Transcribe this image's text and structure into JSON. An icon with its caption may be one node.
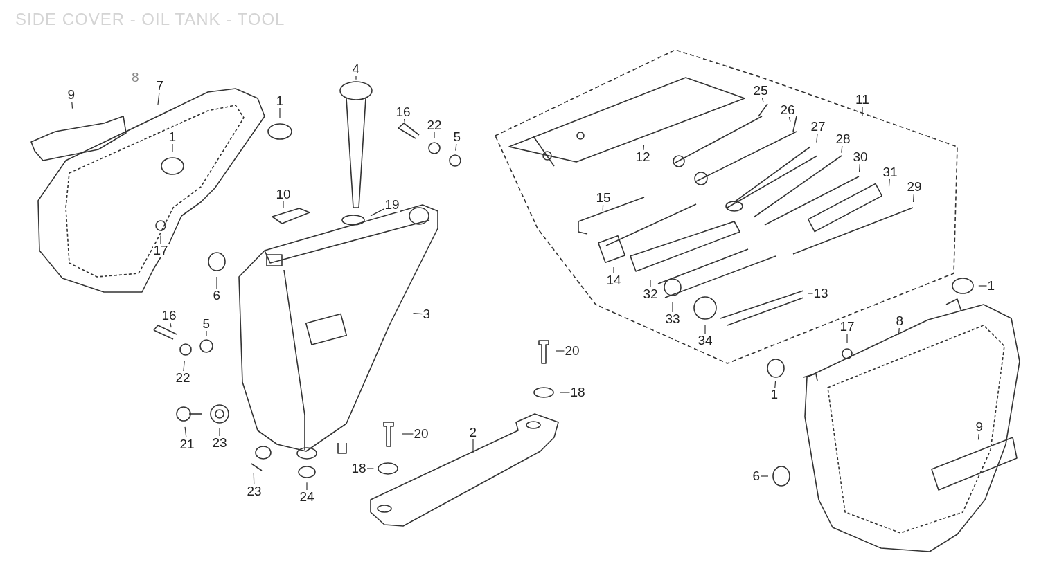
{
  "diagram": {
    "title": "SIDE COVER - OIL TANK - TOOL",
    "nodes": [
      {
        "text": [
          "9"
        ]
      },
      {
        "text": [
          "7"
        ]
      },
      {
        "text": [
          "1"
        ]
      },
      {
        "text": [
          "4"
        ]
      },
      {
        "text": [
          "16"
        ]
      },
      {
        "text": [
          "22"
        ]
      },
      {
        "text": [
          "5"
        ]
      },
      {
        "text": [
          "1"
        ]
      },
      {
        "text": [
          "19"
        ]
      },
      {
        "text": [
          "10"
        ]
      },
      {
        "text": [
          "17"
        ]
      },
      {
        "text": [
          "6"
        ]
      },
      {
        "text": [
          "16"
        ]
      },
      {
        "text": [
          "5"
        ]
      },
      {
        "text": [
          "22"
        ]
      },
      {
        "text": [
          "3"
        ]
      },
      {
        "text": [
          "21"
        ]
      },
      {
        "text": [
          "23"
        ]
      },
      {
        "text": [
          "23"
        ]
      },
      {
        "text": [
          "24"
        ]
      },
      {
        "text": [
          "20"
        ]
      },
      {
        "text": [
          "18"
        ]
      },
      {
        "text": [
          "20"
        ]
      },
      {
        "text": [
          "18"
        ]
      },
      {
        "text": [
          "2"
        ]
      },
      {
        "text": [
          "12"
        ]
      },
      {
        "text": [
          "25"
        ]
      },
      {
        "text": [
          "26"
        ]
      },
      {
        "text": [
          "27"
        ]
      },
      {
        "text": [
          "28"
        ]
      },
      {
        "text": [
          "11"
        ]
      },
      {
        "text": [
          "30"
        ]
      },
      {
        "text": [
          "31"
        ]
      },
      {
        "text": [
          "29"
        ]
      },
      {
        "text": [
          "15"
        ]
      },
      {
        "text": [
          "14"
        ]
      },
      {
        "text": [
          "32"
        ]
      },
      {
        "text": [
          "33"
        ]
      },
      {
        "text": [
          "13"
        ]
      },
      {
        "text": [
          "34"
        ]
      },
      {
        "text": [
          "1"
        ]
      },
      {
        "text": [
          "17"
        ]
      },
      {
        "text": [
          "8"
        ]
      },
      {
        "text": [
          "1"
        ]
      },
      {
        "text": [
          "9"
        ]
      },
      {
        "text": [
          "6"
        ]
      }
    ],
    "edges": [
      {
        "from": 0,
        "to": null,
        "arrow": "none"
      },
      {
        "from": 1,
        "to": null,
        "arrow": "none"
      },
      {
        "from": 2,
        "to": null,
        "arrow": "none"
      },
      {
        "from": 3,
        "to": null,
        "arrow": "none"
      },
      {
        "from": 4,
        "to": null,
        "arrow": "none"
      },
      {
        "from": 5,
        "to": null,
        "arrow": "none"
      },
      {
        "from": 6,
        "to": null,
        "arrow": "none"
      },
      {
        "from": 7,
        "to": null,
        "arrow": "none"
      },
      {
        "from": 8,
        "to": null,
        "arrow": "none"
      },
      {
        "from": 9,
        "to": null,
        "arrow": "none"
      },
      {
        "from": 10,
        "to": null,
        "arrow": "none"
      },
      {
        "from": 11,
        "to": null,
        "arrow": "none"
      },
      {
        "from": 12,
        "to": null,
        "arrow": "none"
      },
      {
        "from": 13,
        "to": null,
        "arrow": "none"
      },
      {
        "from": 14,
        "to": null,
        "arrow": "none"
      },
      {
        "from": 15,
        "to": null,
        "arrow": "none"
      },
      {
        "from": 16,
        "to": null,
        "arrow": "none"
      },
      {
        "from": 17,
        "to": null,
        "arrow": "none"
      },
      {
        "from": 18,
        "to": null,
        "arrow": "none"
      },
      {
        "from": 19,
        "to": null,
        "arrow": "none"
      },
      {
        "from": 20,
        "to": null,
        "arrow": "none"
      },
      {
        "from": 21,
        "to": null,
        "arrow": "none"
      },
      {
        "from": 22,
        "to": null,
        "arrow": "none"
      },
      {
        "from": 23,
        "to": null,
        "arrow": "none"
      },
      {
        "from": 24,
        "to": null,
        "arrow": "none"
      },
      {
        "from": 25,
        "to": null,
        "arrow": "none"
      },
      {
        "from": 26,
        "to": null,
        "arrow": "none"
      },
      {
        "from": 27,
        "to": null,
        "arrow": "none"
      },
      {
        "from": 28,
        "to": null,
        "arrow": "none"
      },
      {
        "from": 29,
        "to": null,
        "arrow": "none"
      },
      {
        "from": 30,
        "to": null,
        "arrow": "none"
      },
      {
        "from": 31,
        "to": null,
        "arrow": "none"
      },
      {
        "from": 32,
        "to": null,
        "arrow": "none"
      },
      {
        "from": 33,
        "to": null,
        "arrow": "none"
      },
      {
        "from": 34,
        "to": null,
        "arrow": "none"
      },
      {
        "from": 35,
        "to": null,
        "arrow": "none"
      },
      {
        "from": 36,
        "to": null,
        "arrow": "none"
      },
      {
        "from": 37,
        "to": null,
        "arrow": "none"
      },
      {
        "from": 38,
        "to": null,
        "arrow": "none"
      },
      {
        "from": 39,
        "to": null,
        "arrow": "none"
      },
      {
        "from": 40,
        "to": null,
        "arrow": "none"
      },
      {
        "from": 41,
        "to": null,
        "arrow": "none"
      },
      {
        "from": 42,
        "to": null,
        "arrow": "none"
      },
      {
        "from": 43,
        "to": null,
        "arrow": "none"
      },
      {
        "from": 44,
        "to": null,
        "arrow": "none"
      },
      {
        "from": 45,
        "to": null,
        "arrow": "none"
      }
    ],
    "labels": [
      "8"
    ]
  }
}
